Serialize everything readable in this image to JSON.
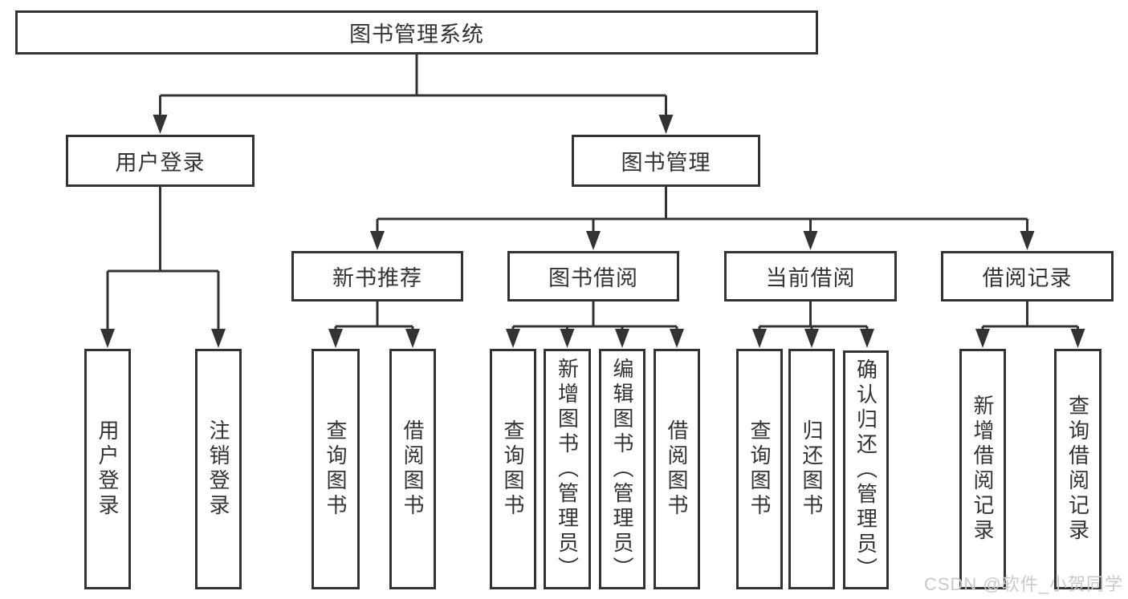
{
  "diagram_title": "图书管理系统",
  "nodes": {
    "root": "图书管理系统",
    "user_login": "用户登录",
    "book_management": "图书管理",
    "new_book_recommend": "新书推荐",
    "book_borrowing": "图书借阅",
    "current_borrowing": "当前借阅",
    "borrowing_records": "借阅记录",
    "leaf_user_login": "用户登录",
    "leaf_logout": "注销登录",
    "leaf_nb_query_books": "查询图书",
    "leaf_nb_borrow_books": "借阅图书",
    "leaf_bb_query_books": "查询图书",
    "leaf_bb_add_books": "新增图书（管理员）",
    "leaf_bb_edit_books": "编辑图书（管理员）",
    "leaf_bb_borrow_books": "借阅图书",
    "leaf_cb_query_books": "查询图书",
    "leaf_cb_return_books": "归还图书",
    "leaf_cb_confirm_return": "确认归还（管理员）",
    "leaf_br_add_record": "新增借阅记录",
    "leaf_br_query_record": "查询借阅记录"
  },
  "hierarchy": {
    "图书管理系统": [
      "用户登录",
      "图书管理"
    ],
    "用户登录": [
      "用户登录",
      "注销登录"
    ],
    "图书管理": [
      "新书推荐",
      "图书借阅",
      "当前借阅",
      "借阅记录"
    ],
    "新书推荐": [
      "查询图书",
      "借阅图书"
    ],
    "图书借阅": [
      "查询图书",
      "新增图书（管理员）",
      "编辑图书（管理员）",
      "借阅图书"
    ],
    "当前借阅": [
      "查询图书",
      "归还图书",
      "确认归还（管理员）"
    ],
    "借阅记录": [
      "新增借阅记录",
      "查询借阅记录"
    ]
  },
  "watermark": "CSDN @软件_小贺同学",
  "colors": {
    "line": "#333333",
    "text": "#333333",
    "box_background": "#ffffff",
    "page_background": "#ffffff",
    "watermark": "#c9c9c9"
  }
}
